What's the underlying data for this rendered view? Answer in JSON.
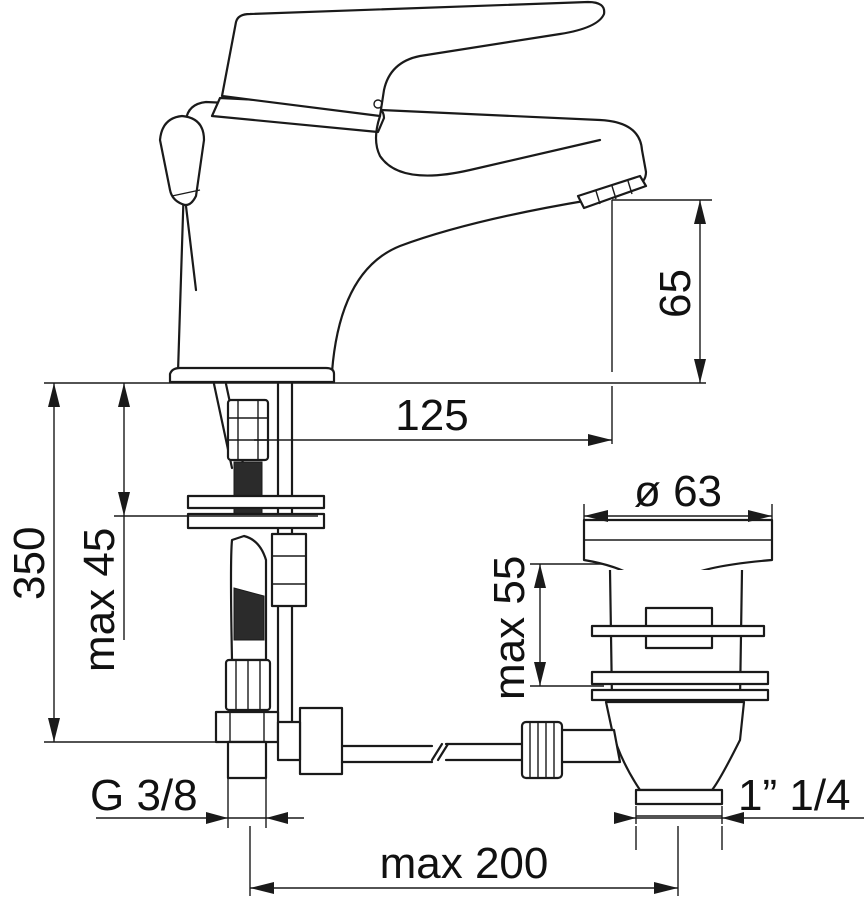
{
  "dimensions": {
    "spout_height": "65",
    "spout_reach": "125",
    "total_height": "350",
    "deck_thickness": "max 45",
    "drain_diameter": "ø 63",
    "drain_height": "max 55",
    "inlet_thread": "G 3/8",
    "drain_thread": "1” 1/4",
    "rod_length": "max 200"
  },
  "colors": {
    "line": "#1a1a1a",
    "background": "#ffffff"
  }
}
